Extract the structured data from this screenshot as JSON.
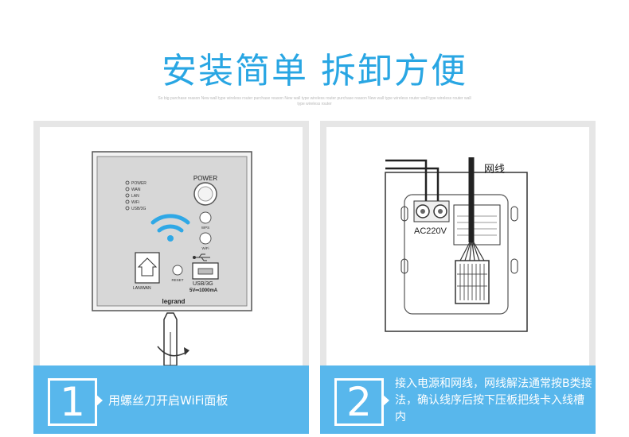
{
  "header": {
    "title": "安装简单 拆卸方便",
    "subtitle": "So big purchase reason New wall type wireless router purchase reason New wall type wireless router purchase reason New wall type wireless router wall type wireless router wall type wireless router"
  },
  "panel": {
    "power_label": "POWER",
    "indicators": [
      "POWER",
      "WAN",
      "LAN",
      "WiFi",
      "USB/3G"
    ],
    "wps_label": "WPS",
    "wifi_label": "WiFi",
    "reset_label": "RESET",
    "lan_wan_label": "LAN/WAN",
    "usb_label": "USB/3G",
    "usb_spec": "5V⎓1000mA",
    "brand": "legrand"
  },
  "wiring": {
    "cable_label": "网线",
    "voltage_label": "AC220V"
  },
  "steps": [
    {
      "number": "1",
      "text": "用螺丝刀开启WiFi面板"
    },
    {
      "number": "2",
      "text": "接入电源和网线，网线解法通常按B类接法，确认线序后按下压板把线卡入线槽内"
    }
  ],
  "colors": {
    "accent": "#29a6e3",
    "band": "#58b7ec",
    "card_bg": "#e6e6e6"
  }
}
